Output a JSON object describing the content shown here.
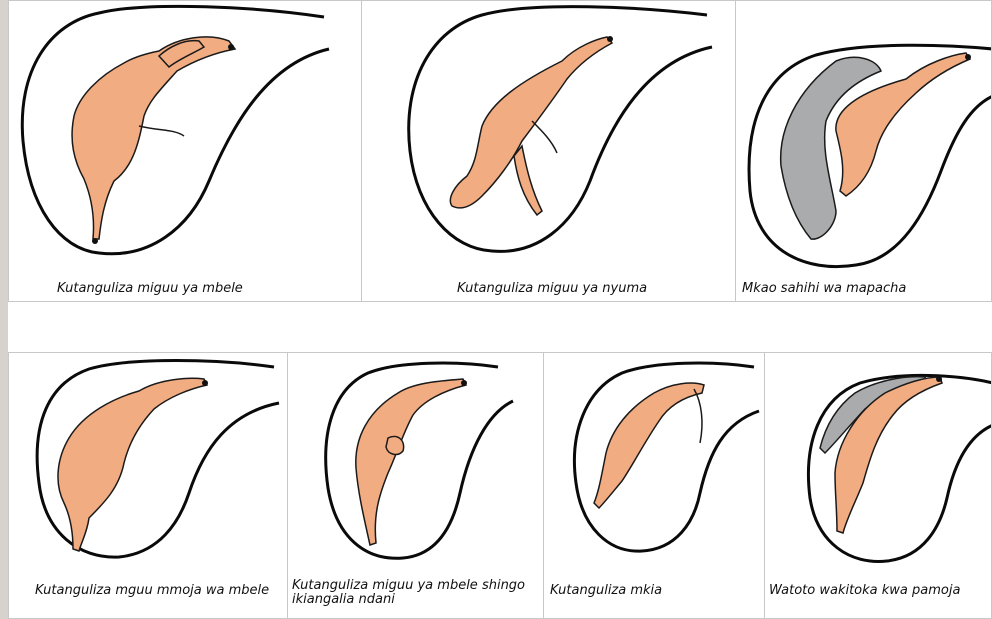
{
  "colors": {
    "fetus": "#f2ac82",
    "twin": "#a9abad",
    "outline": "#0a0a0a",
    "border": "#c8c8c8"
  },
  "row1": [
    {
      "caption": "Kutanguliza miguu ya mbele"
    },
    {
      "caption": "Kutanguliza miguu ya nyuma"
    },
    {
      "caption": "Mkao sahihi wa mapacha"
    }
  ],
  "row2": [
    {
      "caption": "Kutanguliza mguu mmoja wa mbele"
    },
    {
      "caption": "Kutanguliza miguu ya mbele shingo ikiangalia ndani"
    },
    {
      "caption": "Kutanguliza mkia"
    },
    {
      "caption": "Watoto wakitoka kwa pamoja"
    }
  ]
}
